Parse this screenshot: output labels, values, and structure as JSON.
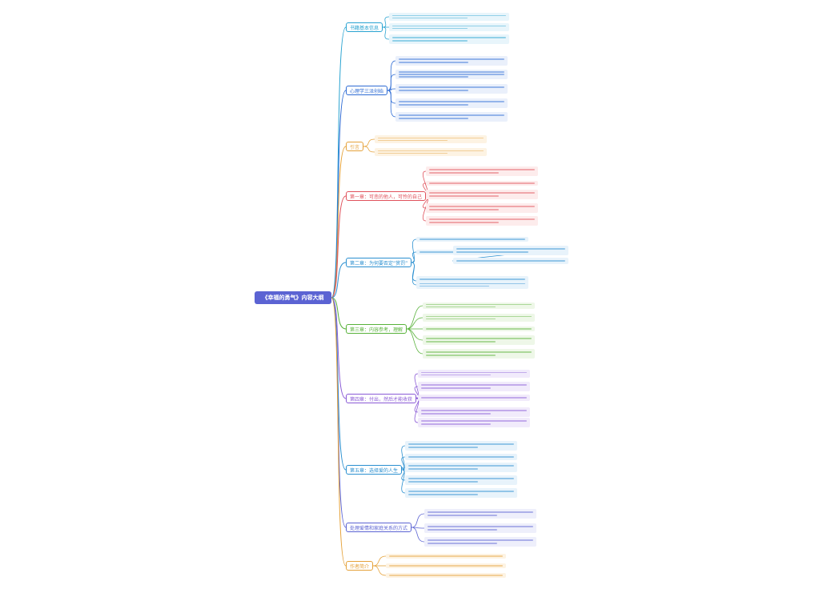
{
  "root_label": "《幸福的勇气》内容大纲",
  "branches": [
    {
      "label": "书籍基本信息",
      "color": "#29a3d1",
      "leaf_bg": "#e8f5fb"
    },
    {
      "label": "心理学三派创始",
      "color": "#2d6bd4",
      "leaf_bg": "#eaf0fb"
    },
    {
      "label": "引言",
      "color": "#e5a23a",
      "leaf_bg": "#fdf3e3"
    },
    {
      "label": "第一章：可悲的他人，可怜的自己",
      "color": "#e0525c",
      "leaf_bg": "#fdecec"
    },
    {
      "label": "第二章：为何要否定“赏罚”",
      "color": "#2a8fd0",
      "leaf_bg": "#e8f3fb"
    },
    {
      "label": "第三章：内容参考，理解",
      "color": "#58b23a",
      "leaf_bg": "#eef7e8"
    },
    {
      "label": "第四章：付出，然后才能收获",
      "color": "#8a5ad6",
      "leaf_bg": "#f1ebfb"
    },
    {
      "label": "第五章：选择爱的人生",
      "color": "#2a8fd0",
      "leaf_bg": "#e8f3fb"
    },
    {
      "label": "处理爱情和家庭关系的方式",
      "color": "#5b63d3",
      "leaf_bg": "#eeeffb"
    },
    {
      "label": "作者简介",
      "color": "#e5a23a",
      "leaf_bg": "#fdf3e3"
    }
  ]
}
